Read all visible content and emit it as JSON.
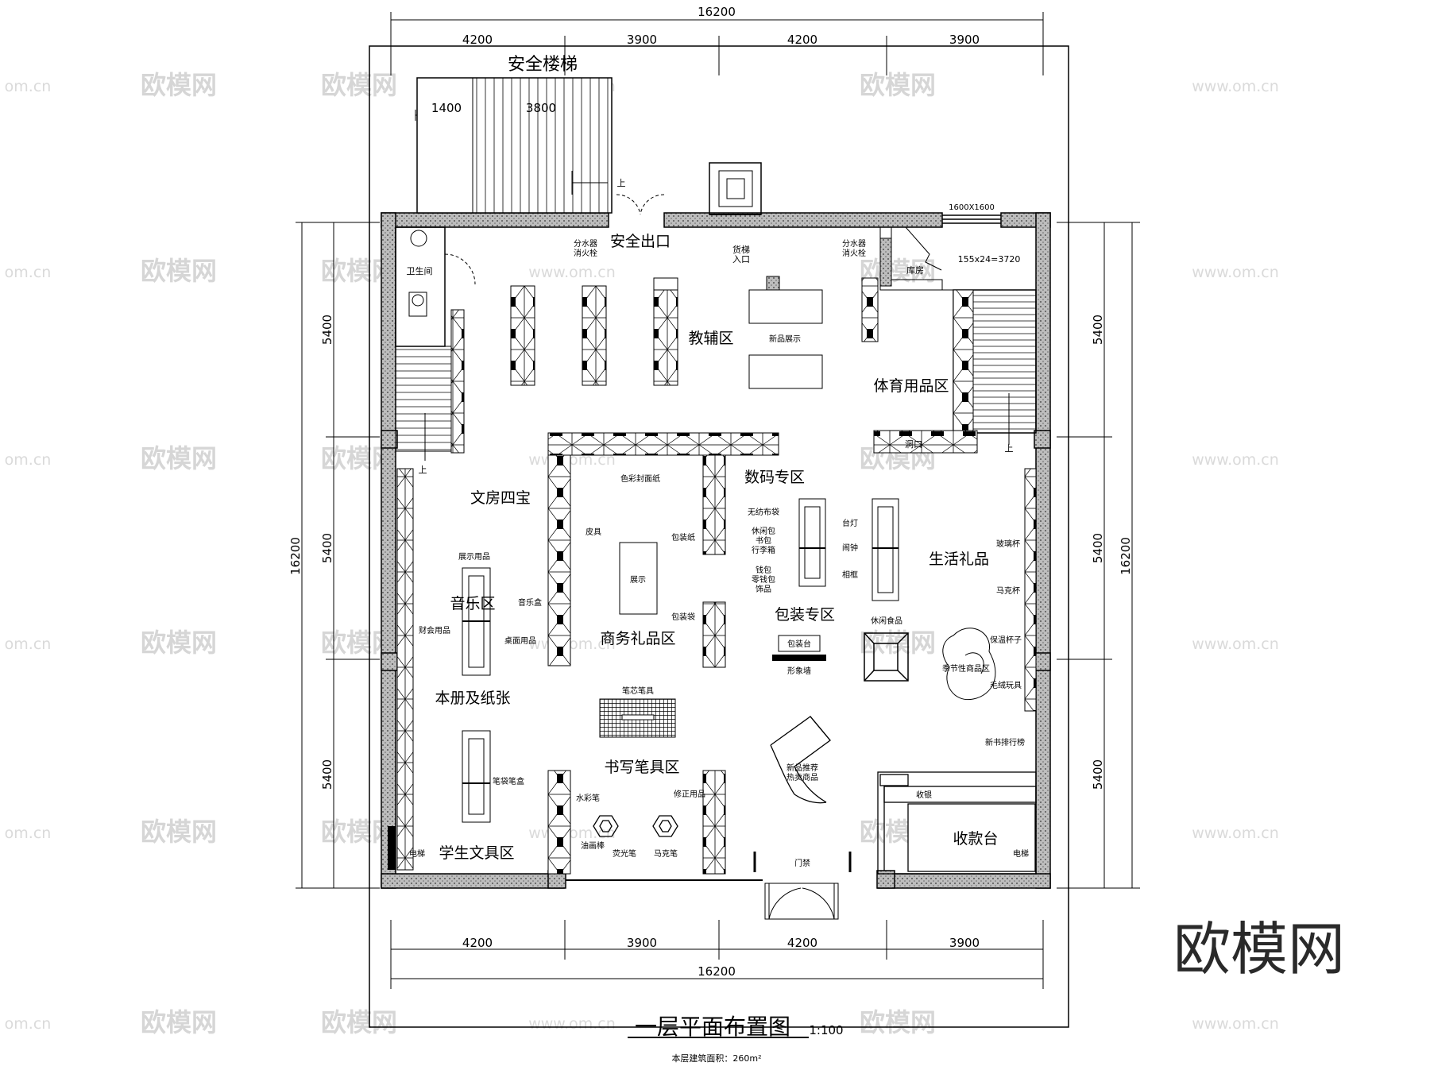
{
  "dimensions": {
    "total": "16200",
    "bays": [
      "4200",
      "3900",
      "4200",
      "3900"
    ],
    "side_bays": [
      "5400",
      "5400",
      "5400"
    ],
    "stair": [
      "1400",
      "3800"
    ],
    "window": "1600X1600",
    "stair_calc": "155x24=3720"
  },
  "zones": {
    "safety_stair": "安全楼梯",
    "safety_exit": "安全出口",
    "freight_entry": "货梯\n入口",
    "hydrant_left": "分水器\n消火栓",
    "hydrant_right": "分水器\n消火栓",
    "toilet": "卫生间",
    "storage": "库房",
    "education": "教辅区",
    "new_display": "新品展示",
    "sports": "体育用品区",
    "opening": "洞口",
    "digital": "数码专区",
    "study_treasures": "文房四宝",
    "color_paper": "色彩封面纸",
    "leather": "皮具",
    "wrapping_paper": "包装纸",
    "display": "展示",
    "display_items": "展示用品",
    "music": "音乐区",
    "music_box": "音乐盒",
    "finance": "财会用品",
    "desk_items": "桌面用品",
    "package_bag": "包装袋",
    "business_gifts": "商务礼品区",
    "nonwoven_bags": "无纺布袋",
    "bag_list": "休闲包\n书包\n行李箱",
    "wallet_list": "钱包\n零钱包\n饰品",
    "packaging": "包装专区",
    "desk_lamp": "台灯",
    "alarm_clock": "闹钟",
    "photo_frame": "相框",
    "life_gifts": "生活礼品",
    "glass_cup": "玻璃杯",
    "mug": "马克杯",
    "thermos": "保温杯子",
    "plush": "毛绒玩具",
    "snacks": "休闲食品",
    "package_counter": "包装台",
    "image_wall": "形象墙",
    "seasonal": "季节性商品区",
    "notebooks": "本册及纸张",
    "pen_refill": "笔芯笔具",
    "writing_tools": "书写笔具区",
    "pen_bag": "笔袋笔盒",
    "watercolor": "水彩笔",
    "correction": "修正用品",
    "oil_stick": "油画棒",
    "highlighter": "荧光笔",
    "marker": "马克笔",
    "gate": "门禁",
    "new_recommend": "新品推荐\n热卖商品",
    "bestseller": "新书排行榜",
    "cashier": "收银",
    "checkout": "收款台",
    "student": "学生文具区",
    "elevator_left": "电梯",
    "elevator_right": "电梯",
    "up": "上"
  },
  "title": {
    "main": "一层平面布置图",
    "scale": "1:100",
    "area": "本层建筑面积：260m²"
  },
  "brand": {
    "logo": "欧模网",
    "watermark": "欧模网",
    "url": "www.om.cn",
    "url_edge": "om.cn"
  }
}
